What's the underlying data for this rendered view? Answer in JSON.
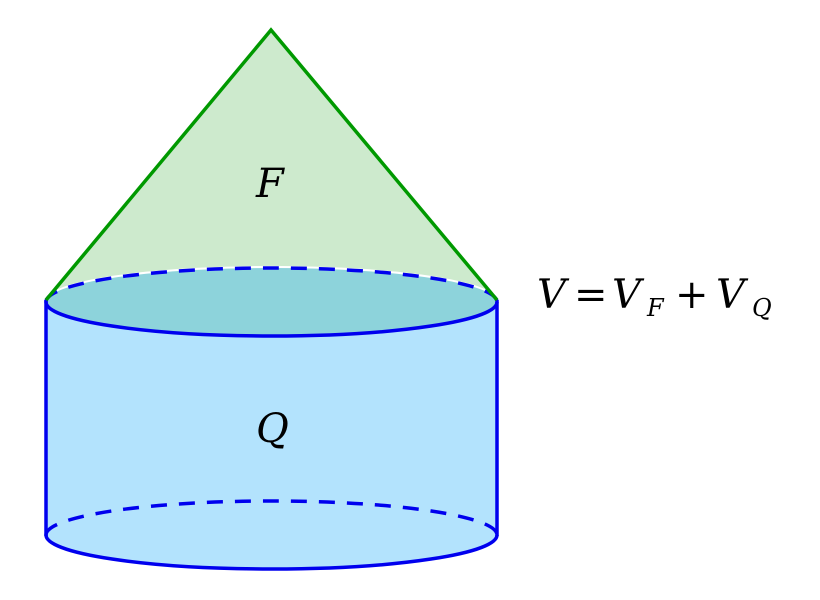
{
  "labels": {
    "cone": "F",
    "cylinder": "Q"
  },
  "formula": {
    "lhs": "V",
    "eq": "=",
    "term1": "V",
    "term1_sub": "F",
    "plus": "+",
    "term2": "V",
    "term2_sub": "Q"
  },
  "colors": {
    "cone_fill": "#cdeacd",
    "cone_stroke": "#009900",
    "cylinder_fill": "#b3e3fd",
    "top_fill": "#8dd3db",
    "cylinder_stroke": "#0000ee"
  }
}
